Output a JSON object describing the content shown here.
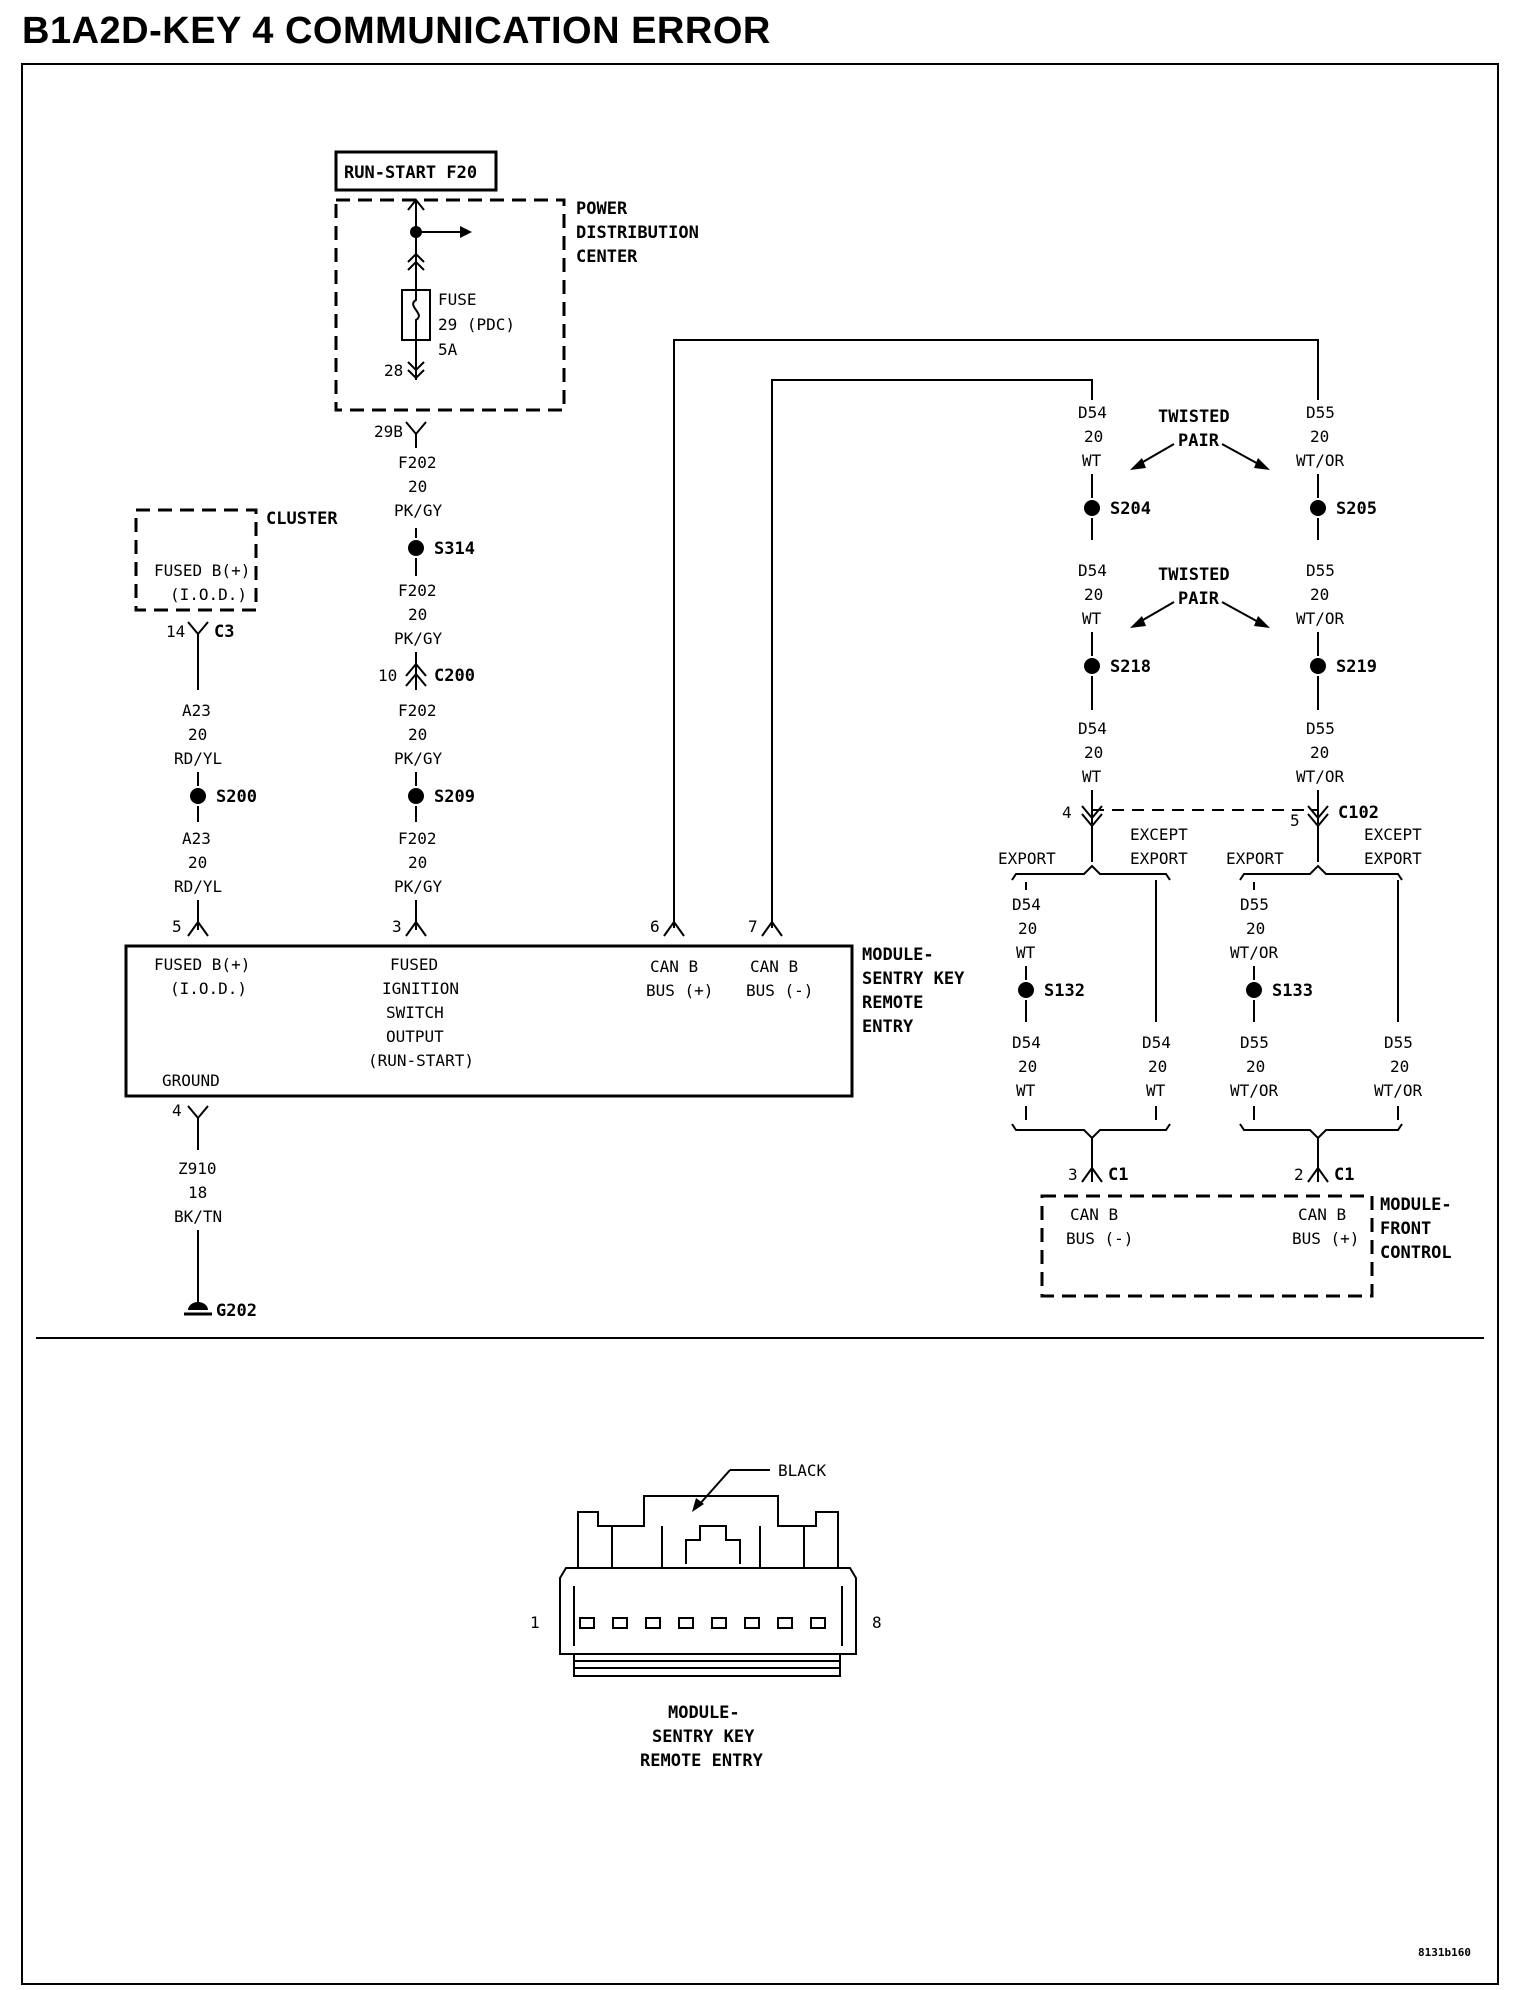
{
  "title": "B1A2D-KEY 4 COMMUNICATION ERROR",
  "run_start_label": "RUN-START F20",
  "pdc": {
    "line1": "POWER",
    "line2": "DISTRIBUTION",
    "line3": "CENTER"
  },
  "fuse": {
    "l1": "FUSE",
    "l2": "29 (PDC)",
    "l3": "5A",
    "pin_bottom": "28",
    "pin_29b": "29B"
  },
  "cluster": {
    "name": "CLUSTER",
    "l1": "FUSED B(+)",
    "l2": "(I.O.D.)",
    "pin": "14",
    "conn": "C3"
  },
  "wires": {
    "f202": {
      "code": "F202",
      "gauge": "20",
      "color": "PK/GY"
    },
    "a23": {
      "code": "A23",
      "gauge": "20",
      "color": "RD/YL"
    },
    "z910": {
      "code": "Z910",
      "gauge": "18",
      "color": "BK/TN"
    },
    "d54": {
      "code": "D54",
      "gauge": "20",
      "color": "WT"
    },
    "d55": {
      "code": "D55",
      "gauge": "20",
      "color": "WT/OR"
    }
  },
  "splices": {
    "s314": "S314",
    "s209": "S209",
    "s200": "S200",
    "s204": "S204",
    "s205": "S205",
    "s218": "S218",
    "s219": "S219",
    "s132": "S132",
    "s133": "S133"
  },
  "c200": {
    "pin": "10",
    "conn": "C200"
  },
  "twisted": {
    "l1": "TWISTED",
    "l2": "PAIR"
  },
  "c102": {
    "conn": "C102",
    "pin4": "4",
    "pin5": "5"
  },
  "export": {
    "export": "EXPORT",
    "except1": "EXCEPT",
    "except2": "EXPORT"
  },
  "skreem": {
    "name1": "MODULE-",
    "name2": "SENTRY KEY",
    "name3": "REMOTE",
    "name4": "ENTRY",
    "pin5": "5",
    "pin3": "3",
    "pin6": "6",
    "pin7": "7",
    "pin4": "4",
    "fused1": "FUSED B(+)",
    "fused2": "(I.O.D.)",
    "ign1": "FUSED",
    "ign2": "IGNITION",
    "ign3": "SWITCH",
    "ign4": "OUTPUT",
    "ign5": "(RUN-START)",
    "canp1": "CAN B",
    "canp2": "BUS (+)",
    "canm1": "CAN B",
    "canm2": "BUS (-)",
    "ground": "GROUND"
  },
  "ground": "G202",
  "fcm": {
    "name1": "MODULE-",
    "name2": "FRONT",
    "name3": "CONTROL",
    "pin3": "3",
    "pin2": "2",
    "conn": "C1",
    "canm1": "CAN B",
    "canm2": "BUS (-)",
    "canp1": "CAN B",
    "canp2": "BUS (+)"
  },
  "connector": {
    "black": "BLACK",
    "pin1": "1",
    "pin8": "8",
    "name1": "MODULE-",
    "name2": "SENTRY KEY",
    "name3": "REMOTE ENTRY"
  },
  "figure_id": "8131b160"
}
